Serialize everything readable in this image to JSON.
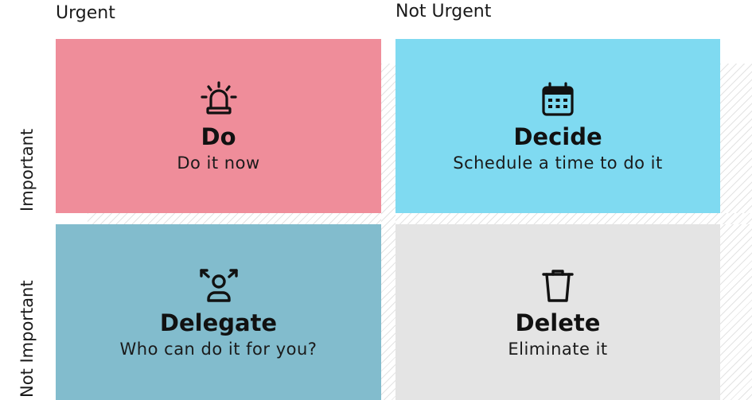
{
  "columns": {
    "urgent": "Urgent",
    "not_urgent": "Not Urgent"
  },
  "rows": {
    "important": "Important",
    "not_important": "Not Important"
  },
  "quadrants": {
    "do": {
      "title": "Do",
      "subtitle": "Do it now",
      "icon": "siren-icon",
      "color": "#ef8d9a"
    },
    "decide": {
      "title": "Decide",
      "subtitle": "Schedule a time to do it",
      "icon": "calendar-icon",
      "color": "#7fdaf1"
    },
    "delegate": {
      "title": "Delegate",
      "subtitle": "Who can do it for you?",
      "icon": "delegate-person-icon",
      "color": "#82bccd"
    },
    "delete": {
      "title": "Delete",
      "subtitle": "Eliminate it",
      "icon": "trash-icon",
      "color": "#e4e4e4"
    }
  }
}
